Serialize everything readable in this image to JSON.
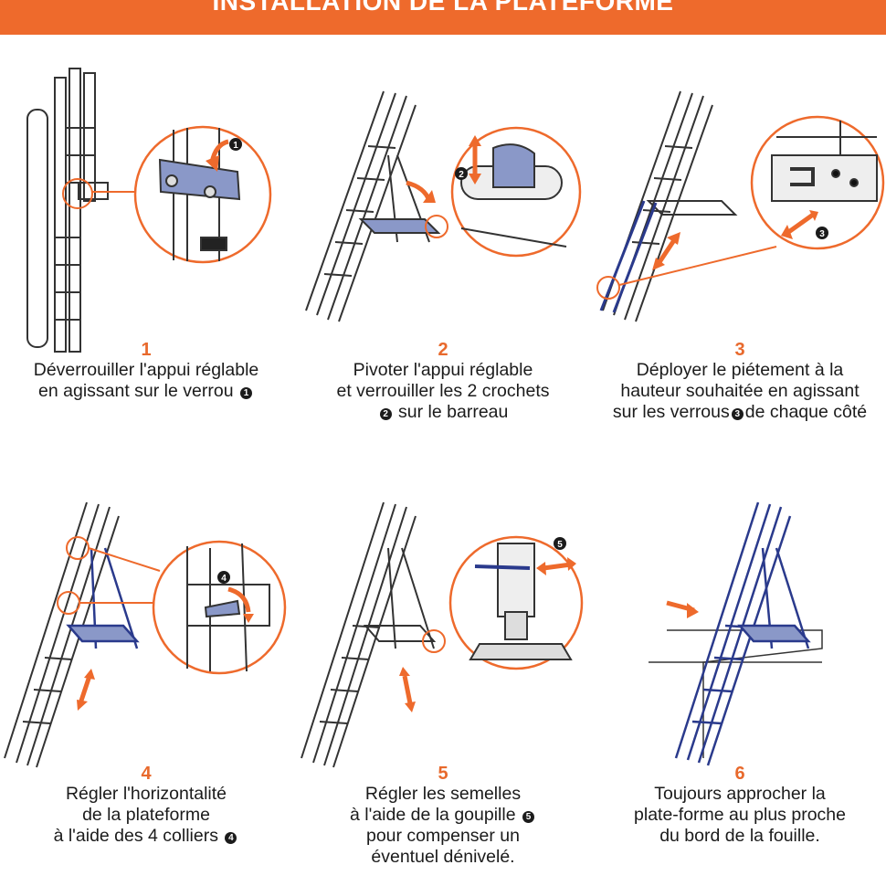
{
  "header": {
    "title": "INSTALLATION DE LA PLATEFORME"
  },
  "steps": [
    {
      "number": "1",
      "lines": [
        "Déverrouiller l'appui réglable",
        "en agissant sur le verrou"
      ],
      "badge": "1"
    },
    {
      "number": "2",
      "lines": [
        "Pivoter l'appui réglable",
        "et verrouiller les 2 crochets",
        "sur le barreau"
      ],
      "badge": "2"
    },
    {
      "number": "3",
      "lines": [
        "Déployer le piétement à la",
        "hauteur souhaitée en agissant",
        "sur les verrous",
        "de chaque côté"
      ],
      "badge": "3"
    },
    {
      "number": "4",
      "lines": [
        "Régler l'horizontalité",
        "de la plateforme",
        "à l'aide des 4 colliers"
      ],
      "badge": "4"
    },
    {
      "number": "5",
      "lines": [
        "Régler les semelles",
        "à l'aide de la goupille",
        "pour compenser un",
        "éventuel dénivelé."
      ],
      "badge": "5"
    },
    {
      "number": "6",
      "lines": [
        "Toujours approcher la",
        "plate-forme au plus proche",
        "du bord de la fouille."
      ]
    }
  ],
  "colors": {
    "accent": "#ee6a2c",
    "ladder_blue": "#2a3a8c",
    "line": "#333333"
  }
}
